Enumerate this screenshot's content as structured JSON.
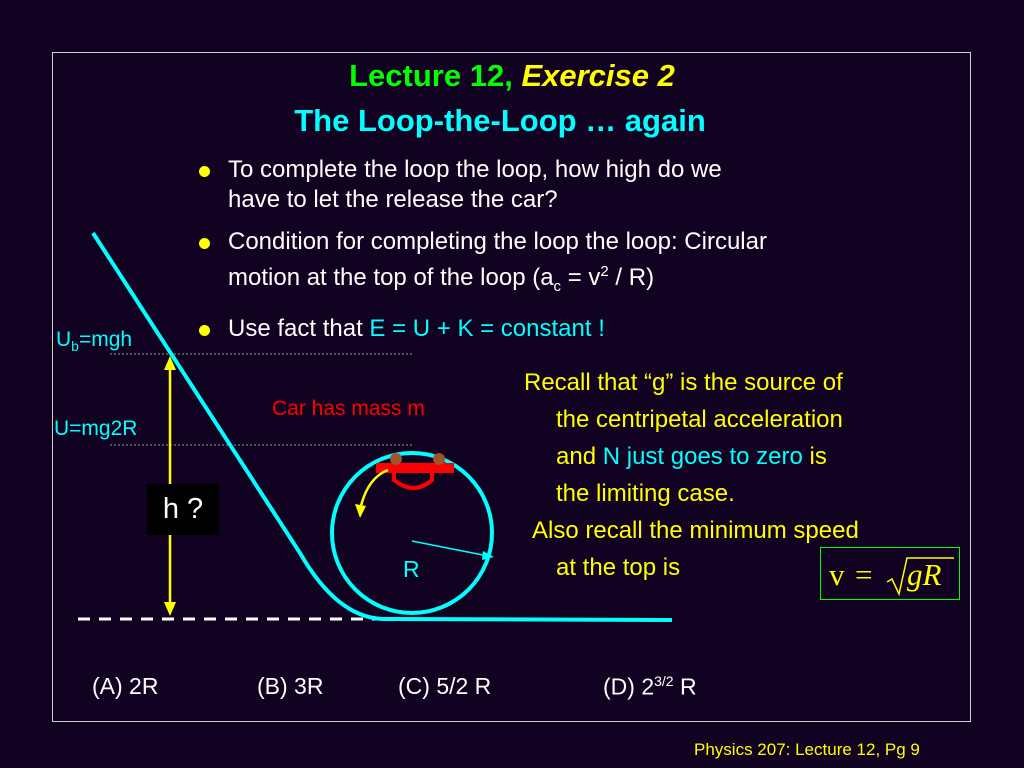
{
  "title": {
    "prefix": "Lecture 12, ",
    "exercise": "Exercise 2",
    "subtitle": "The Loop-the-Loop … again"
  },
  "bullets": [
    {
      "line1": "To complete the loop the loop, how high do we",
      "line2": "have to let the release the car?"
    },
    {
      "line1": "Condition for completing the loop the loop: Circular",
      "line2_pre": "motion at the top of the loop (a",
      "sub": "c",
      "mid": " = v",
      "sup": "2",
      "end": " / R)"
    },
    {
      "pre": " Use fact that ",
      "highlight": "E = U + K = constant !"
    }
  ],
  "recall": {
    "line1": "Recall that “g” is the source of",
    "line2": "the centripetal acceleration",
    "line3_pre": "and ",
    "line3_n": "N",
    "line3_mid": " just goes to zero",
    "line3_post": " is",
    "line4": "the limiting case.",
    "line5": "Also recall the minimum speed",
    "line6": "at the top is"
  },
  "formula": {
    "lhs": "v",
    "eq": "=",
    "rhs": "gR"
  },
  "diagram": {
    "ub_base": "U",
    "ub_sub": "b",
    "ub_rest": "=mgh",
    "u2r": "U=mg2R",
    "car_mass": "Car has mass m",
    "h_box": "h ?",
    "radius": "R"
  },
  "choices": {
    "a": "(A)  2R",
    "b": "(B) 3R",
    "c": "(C) 5/2 R",
    "d_pre": "(D) 2",
    "d_sup": "3/2",
    "d_post": " R"
  },
  "footer": "Physics 207: Lecture 12, Pg 9",
  "colors": {
    "background": "#120221",
    "title": "#00ff00",
    "emphasis": "#ffff00",
    "accent": "#00ffff",
    "car": "#ff0000"
  }
}
